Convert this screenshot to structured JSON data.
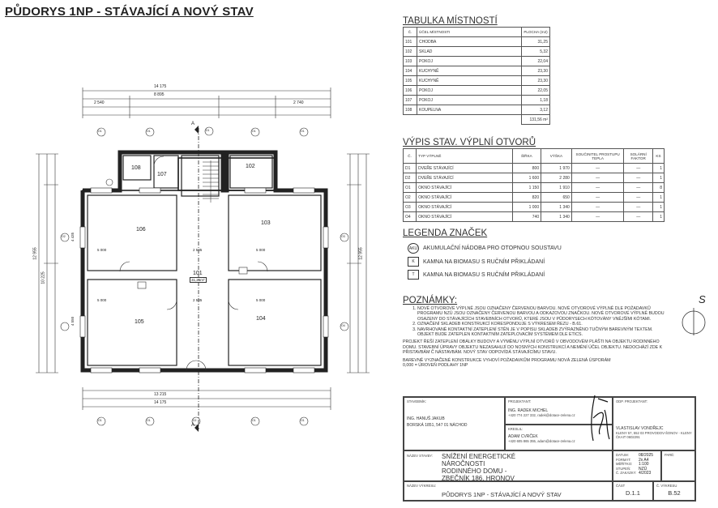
{
  "title": "PŮDORYS 1NP - STÁVAJÍCÍ A NOVÝ STAV",
  "room_table": {
    "title": "TABULKA MÍSTNOSTÍ",
    "headers": [
      "Č.",
      "ÚČEL MÍSTNOSTI",
      "PLOCHA (m2)"
    ],
    "rows": [
      [
        "101",
        "CHODBA",
        "31,25"
      ],
      [
        "102",
        "SKLAD",
        "5,32"
      ],
      [
        "103",
        "POKOJ",
        "22,04"
      ],
      [
        "104",
        "KUCHYNĚ",
        "23,30"
      ],
      [
        "105",
        "KUCHYNĚ",
        "23,30"
      ],
      [
        "106",
        "POKOJ",
        "22,05"
      ],
      [
        "107",
        "POKOJ",
        "1,18"
      ],
      [
        "108",
        "KOUPELNA",
        "3,12"
      ]
    ],
    "total": "131,56 m²"
  },
  "openings_table": {
    "title": "VÝPIS STAV. VÝPLNÍ OTVORŮ",
    "headers": [
      "Č.",
      "TYP VÝPLNĚ",
      "ŠÍŘKA",
      "VÝŠKA",
      "SOUČINITEL PROSTUPU TEPLA",
      "SOLÁRNÍ FAKTOR",
      "KS"
    ],
    "rows": [
      [
        "D1",
        "DVEŘE STÁVAJÍCÍ",
        "800",
        "1 970",
        "—",
        "—",
        "1"
      ],
      [
        "D2",
        "DVEŘE STÁVAJÍCÍ",
        "1 600",
        "2 280",
        "—",
        "—",
        "1"
      ],
      [
        "O1",
        "OKNO STÁVAJÍCÍ",
        "1 150",
        "1 910",
        "—",
        "—",
        "8"
      ],
      [
        "O2",
        "OKNO STÁVAJÍCÍ",
        "820",
        "650",
        "—",
        "—",
        "1"
      ],
      [
        "O3",
        "OKNO STÁVAJÍCÍ",
        "1 000",
        "1 340",
        "—",
        "—",
        "1"
      ],
      [
        "O4",
        "OKNO STÁVAJÍCÍ",
        "740",
        "1 340",
        "—",
        "—",
        "1"
      ]
    ]
  },
  "legend": {
    "title": "LEGENDA ZNAČEK",
    "items": [
      {
        "symbol": "AKU",
        "text": "AKUMULAČNÍ NÁDOBA PRO OTOPNOU SOUSTAVU"
      },
      {
        "symbol": "K",
        "text": "KAMNA NA BIOMASU S RUČNÍM PŘIKLÁDANÍ"
      },
      {
        "symbol": "T",
        "text": "KAMNA NA BIOMASU S RUČNÍM PŘIKLÁDANÍ"
      }
    ]
  },
  "notes": {
    "title": "POZNÁMKY:",
    "items": [
      "NOVÉ OTVOROVÉ VÝPLNĚ JSOU OZNAČENY ČERVENOU BARVOU. NOVÉ OTVOROVÉ VÝPLNĚ DLE POŽADAVKŮ PROGRAMU NZÚ JSOU OZNAČENY ČERVENOU BARVOU A ODKAZOVOU ZNAČKOU. NOVÉ OTVOROVÉ VÝPLNĚ BUDOU OSAZENY DO STÁVAJÍCÍCH STAVEBNÍCH OTVORŮ, KTERÉ JSOU V PŮDORYSECH KÓTOVÁNY VNĚJŠÍMI KÓTAMI.",
      "OZNAČENÍ SKLADEB KONSTRUKCÍ KORESPONDUJE S VÝKRESEM ŘEZU - B.61.",
      "NAVRHOVANÉ KONTAKTNÍ ZATEPLENÍ STĚN JE V POPISU SKLADEB ZVÝRAZNĚNO TUČNÝM BAREVNÝM TEXTEM. OBJEKT BUDE ZATEPLEN KONTAKTNÍM ZATEPLOVACÍM SYSTÉMEM DLE ETICS."
    ],
    "paragraphs": [
      "PROJEKT ŘEŠÍ ZATEPLENÍ OBÁLKY BUDOVY A VÝMĚNU VÝPLNÍ OTVORŮ V OBVODOVÉM PLÁŠTI NA OBJEKTU RODINNÉHO DOMU. STAVEBNÍ ÚPRAVY OBJEKTU NEZASAHUJÍ DO NOSNÝCH KONSTRUKCÍ A NEMĚNÍ ÚČEL OBJEKTU. NEDOCHÁZÍ ZDE K PŘISTAVBÁM Č NÁSTAVBÁM. NOVÝ STAV ODPOVÍDÁ STÁVAJÍCÍMU STAVU.",
      "BAREVNĚ VYZNAČENÉ KONSTRUKCE VYHOVÍ POŽADAVKŮM PROGRAMU NOVÁ ZELENÁ ÚSPORÁM",
      "0,000 = ÚROVEŇ PODLAHY 1NP"
    ]
  },
  "north_label": "S",
  "title_block": {
    "stavebnik_label": "STAVEBNÍK:",
    "stavebnik_name": "ING. HANUŠ JAKUB",
    "stavebnik_addr": "BORSKÁ 1851, 547 01 NÁCHOD",
    "projektant_label": "PROJEKTANT:",
    "projektant_name": "ING. RADEK MICHEL",
    "projektant_contact": "+420 774 227 332, radek@dotace-zelena.cz",
    "kreslil_label": "KRESLIL:",
    "kreslil_name": "ADAM CVRČEK",
    "kreslil_contact": "+420 605 865 355, adam@dotace-zelena.cz",
    "odp_label": "ODP. PROJEKTANT:",
    "odp_name": "VLASTISLAV VONDŘEJC",
    "odp_addr": "KLENY 57, 552 03 PROVODOV-ŠONOV - KLENY",
    "odp_cait": "ČKAIT 0602291",
    "nazev_stavby_label": "NÁZEV STAVBY:",
    "nazev_stavby": "SNÍŽENÍ ENERGETICKÉ NÁROČNOSTI RODINNÉHO DOMU - ZBEČNÍK 186, HRONOV",
    "datum_label": "DATUM:",
    "datum": "08/2025",
    "format_label": "FORMÁT:",
    "format": "2x A4",
    "meritko_label": "MĚŘÍTKO:",
    "meritko": "1:100",
    "stupen_label": "STUPEŇ:",
    "stupen": "NZÚ",
    "zakazka_label": "Č. ZAKÁZKY:",
    "zakazka": "4/2023",
    "pare_label": "PARÉ:",
    "nazev_vykresu_label": "NÁZEV VÝKRESU:",
    "nazev_vykresu": "PŮDORYS 1NP - STÁVAJÍCÍ A NOVÝ STAV",
    "cast_label": "ČÁST",
    "cast": "D.1.1",
    "cislo_label": "Č. VÝKRESU",
    "cislo": "B.52"
  },
  "plan": {
    "rooms": [
      {
        "id": "101",
        "area": "31,25m²"
      },
      {
        "id": "102"
      },
      {
        "id": "103"
      },
      {
        "id": "104"
      },
      {
        "id": "105"
      },
      {
        "id": "106"
      },
      {
        "id": "107"
      },
      {
        "id": "108"
      }
    ],
    "dims_top": {
      "overall": "14 175",
      "sub1": "8 895",
      "sub2": "2 740",
      "sub3": "2 540"
    },
    "dims_bottom": {
      "overall": "14 175",
      "sub": "13 215"
    },
    "dims_left": {
      "overall": "12 955",
      "sub": "10 225"
    },
    "dims_right": {
      "overall": "12 955"
    },
    "inner": [
      "5 000",
      "5 000",
      "2 535",
      "5 000",
      "5 000",
      "2 535",
      "4 435",
      "4 550"
    ],
    "section_mark": "A",
    "window_tags": [
      "O1",
      "O1",
      "O1",
      "O1",
      "O1",
      "O1",
      "O1",
      "O1",
      "O2",
      "D1",
      "D2",
      "O3",
      "O4"
    ]
  }
}
